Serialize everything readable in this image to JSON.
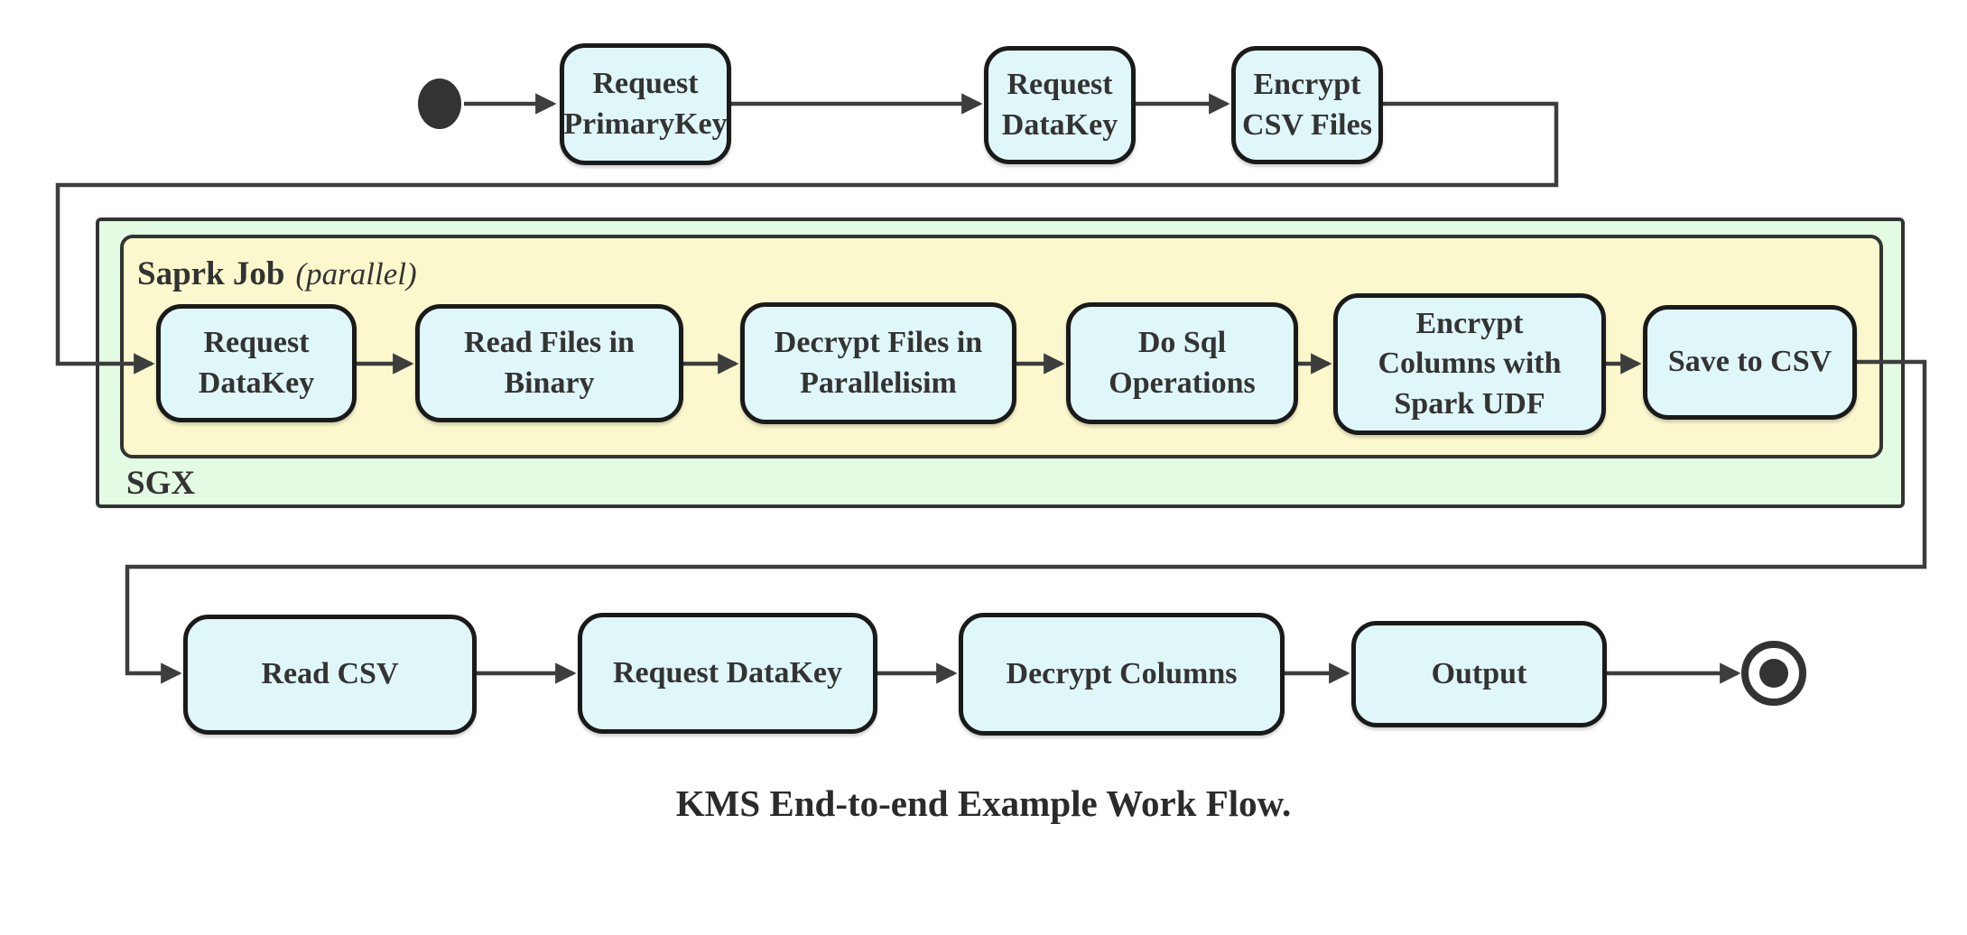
{
  "title": "KMS End-to-end Example Work Flow.",
  "colors": {
    "node_fill": "#e0f7fa",
    "node_border": "#1a1a1a",
    "sgx_container_fill": "#e3fae3",
    "spark_container_fill": "#fcf8cd",
    "container_border": "#333333",
    "edge": "#3d3d3d",
    "text": "#333333"
  },
  "containers": {
    "sgx": {
      "label": "SGX"
    },
    "spark_job": {
      "label": "Saprk Job",
      "annotation": "(parallel)"
    }
  },
  "rows": {
    "top": [
      {
        "lines": [
          "Request",
          "PrimaryKey"
        ]
      },
      {
        "lines": [
          "Request",
          "DataKey"
        ]
      },
      {
        "lines": [
          "Encrypt",
          "CSV Files"
        ]
      }
    ],
    "spark": [
      {
        "lines": [
          "Request",
          "DataKey"
        ]
      },
      {
        "lines": [
          "Read Files in",
          "Binary"
        ]
      },
      {
        "lines": [
          "Decrypt Files in",
          "Parallelisim"
        ]
      },
      {
        "lines": [
          "Do Sql",
          "Operations"
        ]
      },
      {
        "lines": [
          "Encrypt",
          "Columns with",
          "Spark UDF"
        ]
      },
      {
        "lines": [
          "Save to CSV"
        ]
      }
    ],
    "bottom": [
      {
        "lines": [
          "Read CSV"
        ]
      },
      {
        "lines": [
          "Request DataKey"
        ]
      },
      {
        "lines": [
          "Decrypt Columns"
        ]
      },
      {
        "lines": [
          "Output"
        ]
      }
    ]
  }
}
